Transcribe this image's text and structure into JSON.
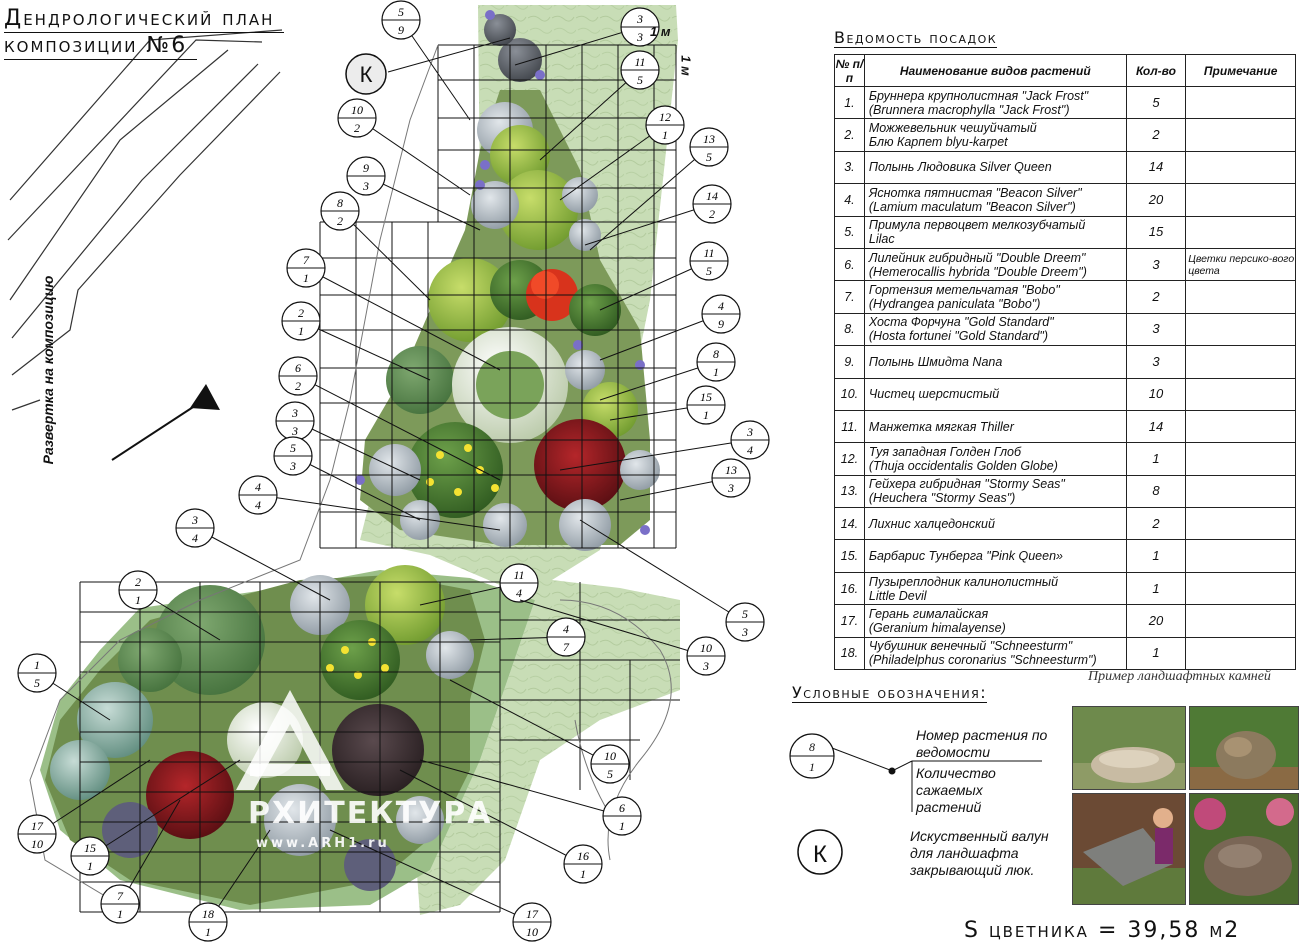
{
  "title": {
    "line1": "Дендрологический план",
    "line2": "композиции №6"
  },
  "grid_labels": {
    "meter_h": "1 м",
    "meter_v": "1 м"
  },
  "side_label": "Развертка на композицию",
  "boulder_marker": "К",
  "callouts": [
    {
      "num": "5",
      "qty": "9"
    },
    {
      "num": "3",
      "qty": "3"
    },
    {
      "num": "11",
      "qty": "5"
    },
    {
      "num": "12",
      "qty": "1"
    },
    {
      "num": "10",
      "qty": "2"
    },
    {
      "num": "13",
      "qty": "5"
    },
    {
      "num": "9",
      "qty": "3"
    },
    {
      "num": "14",
      "qty": "2"
    },
    {
      "num": "8",
      "qty": "2"
    },
    {
      "num": "11",
      "qty": "5"
    },
    {
      "num": "7",
      "qty": "1"
    },
    {
      "num": "4",
      "qty": "9"
    },
    {
      "num": "2",
      "qty": "1"
    },
    {
      "num": "8",
      "qty": "1"
    },
    {
      "num": "6",
      "qty": "2"
    },
    {
      "num": "15",
      "qty": "1"
    },
    {
      "num": "3",
      "qty": "3"
    },
    {
      "num": "3",
      "qty": "4"
    },
    {
      "num": "5",
      "qty": "3"
    },
    {
      "num": "13",
      "qty": "3"
    },
    {
      "num": "4",
      "qty": "4"
    },
    {
      "num": "3",
      "qty": "4"
    },
    {
      "num": "11",
      "qty": "4"
    },
    {
      "num": "2",
      "qty": "1"
    },
    {
      "num": "5",
      "qty": "3"
    },
    {
      "num": "4",
      "qty": "7"
    },
    {
      "num": "10",
      "qty": "3"
    },
    {
      "num": "1",
      "qty": "5"
    },
    {
      "num": "10",
      "qty": "5"
    },
    {
      "num": "6",
      "qty": "1"
    },
    {
      "num": "17",
      "qty": "10"
    },
    {
      "num": "15",
      "qty": "1"
    },
    {
      "num": "16",
      "qty": "1"
    },
    {
      "num": "7",
      "qty": "1"
    },
    {
      "num": "18",
      "qty": "1"
    },
    {
      "num": "17",
      "qty": "10"
    }
  ],
  "table": {
    "title": "Ведомость посадок",
    "headers": [
      "№ п/п",
      "Наименование видов растений",
      "Кол-во",
      "Примечание"
    ],
    "rows": [
      {
        "num": "1.",
        "name1": "Бруннера крупнолистная \"Jack Frost\"",
        "name2": "(Brunnera macrophylla \"Jack Frost\")",
        "qty": "5",
        "note": ""
      },
      {
        "num": "2.",
        "name1": "Можжевельник чешуйчатый",
        "name2": "Блю Карпет blyu-karpet",
        "qty": "2",
        "note": ""
      },
      {
        "num": "3.",
        "name1": "Полынь Людовика Silver Queen",
        "name2": "",
        "qty": "14",
        "note": ""
      },
      {
        "num": "4.",
        "name1": "Яснотка пятнистая \"Beacon Silver\"",
        "name2": "(Lamium maculatum \"Beacon Silver\")",
        "qty": "20",
        "note": ""
      },
      {
        "num": "5.",
        "name1": "Примула первоцвет мелкозубчатый",
        "name2": "Lilac",
        "qty": "15",
        "note": ""
      },
      {
        "num": "6.",
        "name1": "Лилейник гибридный \"Double Dreem\"",
        "name2": "(Hemerocallis hybrida \"Double Dreem\")",
        "qty": "3",
        "note": "Цветки персико-вого цвета"
      },
      {
        "num": "7.",
        "name1": "Гортензия метельчатая \"Bobo\"",
        "name2": "(Hydrangea paniculata \"Bobo\")",
        "qty": "2",
        "note": ""
      },
      {
        "num": "8.",
        "name1": "Хоста Форчуна \"Gold Standard\"",
        "name2": "(Hosta fortunei \"Gold Standard\")",
        "qty": "3",
        "note": ""
      },
      {
        "num": "9.",
        "name1": "Полынь Шмидта Nana",
        "name2": "",
        "qty": "3",
        "note": ""
      },
      {
        "num": "10.",
        "name1": "Чистец шерстистый",
        "name2": "",
        "qty": "10",
        "note": ""
      },
      {
        "num": "11.",
        "name1": "Манжетка мягкая Thiller",
        "name2": "",
        "qty": "14",
        "note": ""
      },
      {
        "num": "12.",
        "name1": "Туя западная Голден Глоб",
        "name2": "(Thuja occidentalis Golden Globe)",
        "qty": "1",
        "note": ""
      },
      {
        "num": "13.",
        "name1": "Гейхера гибридная \"Stormy Seas\"",
        "name2": "(Heuchera \"Stormy Seas\")",
        "qty": "8",
        "note": ""
      },
      {
        "num": "14.",
        "name1": "Лихнис халцедонский",
        "name2": "",
        "qty": "2",
        "note": ""
      },
      {
        "num": "15.",
        "name1": "Барбарис Тунберга \"Pink Queen»",
        "name2": "",
        "qty": "1",
        "note": ""
      },
      {
        "num": "16.",
        "name1": "Пузыреплодник калинолистный",
        "name2": "Little Devil",
        "qty": "1",
        "note": ""
      },
      {
        "num": "17.",
        "name1": "Герань гималайская",
        "name2": "(Geranium himalayense)",
        "qty": "20",
        "note": ""
      },
      {
        "num": "18.",
        "name1": "Чубушник венечный \"Schneesturm\"",
        "name2": "(Philadelphus coronarius \"Schneesturm\")",
        "qty": "1",
        "note": ""
      }
    ]
  },
  "legend": {
    "title": "Условные обозначения:",
    "sample_num": "8",
    "sample_qty": "1",
    "num_text": "Номер растения по ведомости",
    "qty_text": "Количество сажаемых растений",
    "boulder_marker": "К",
    "boulder_text": "Искуственный валун для ландшафта закрывающий люк."
  },
  "stones_title": "Пример ландшафтных камней",
  "area_text": "S цветника = 39,58 м2",
  "watermark": {
    "brand": "РХИТЕКТУРА",
    "url": "www.ARH1.ru"
  },
  "colors": {
    "lawn": "#c4dbb2",
    "barberry": "#7a1418",
    "hydrangea": "#eef2e6",
    "sedum_red": "#d8331c",
    "silver": "#b9c2c8",
    "primula": "#7a6fc8"
  }
}
